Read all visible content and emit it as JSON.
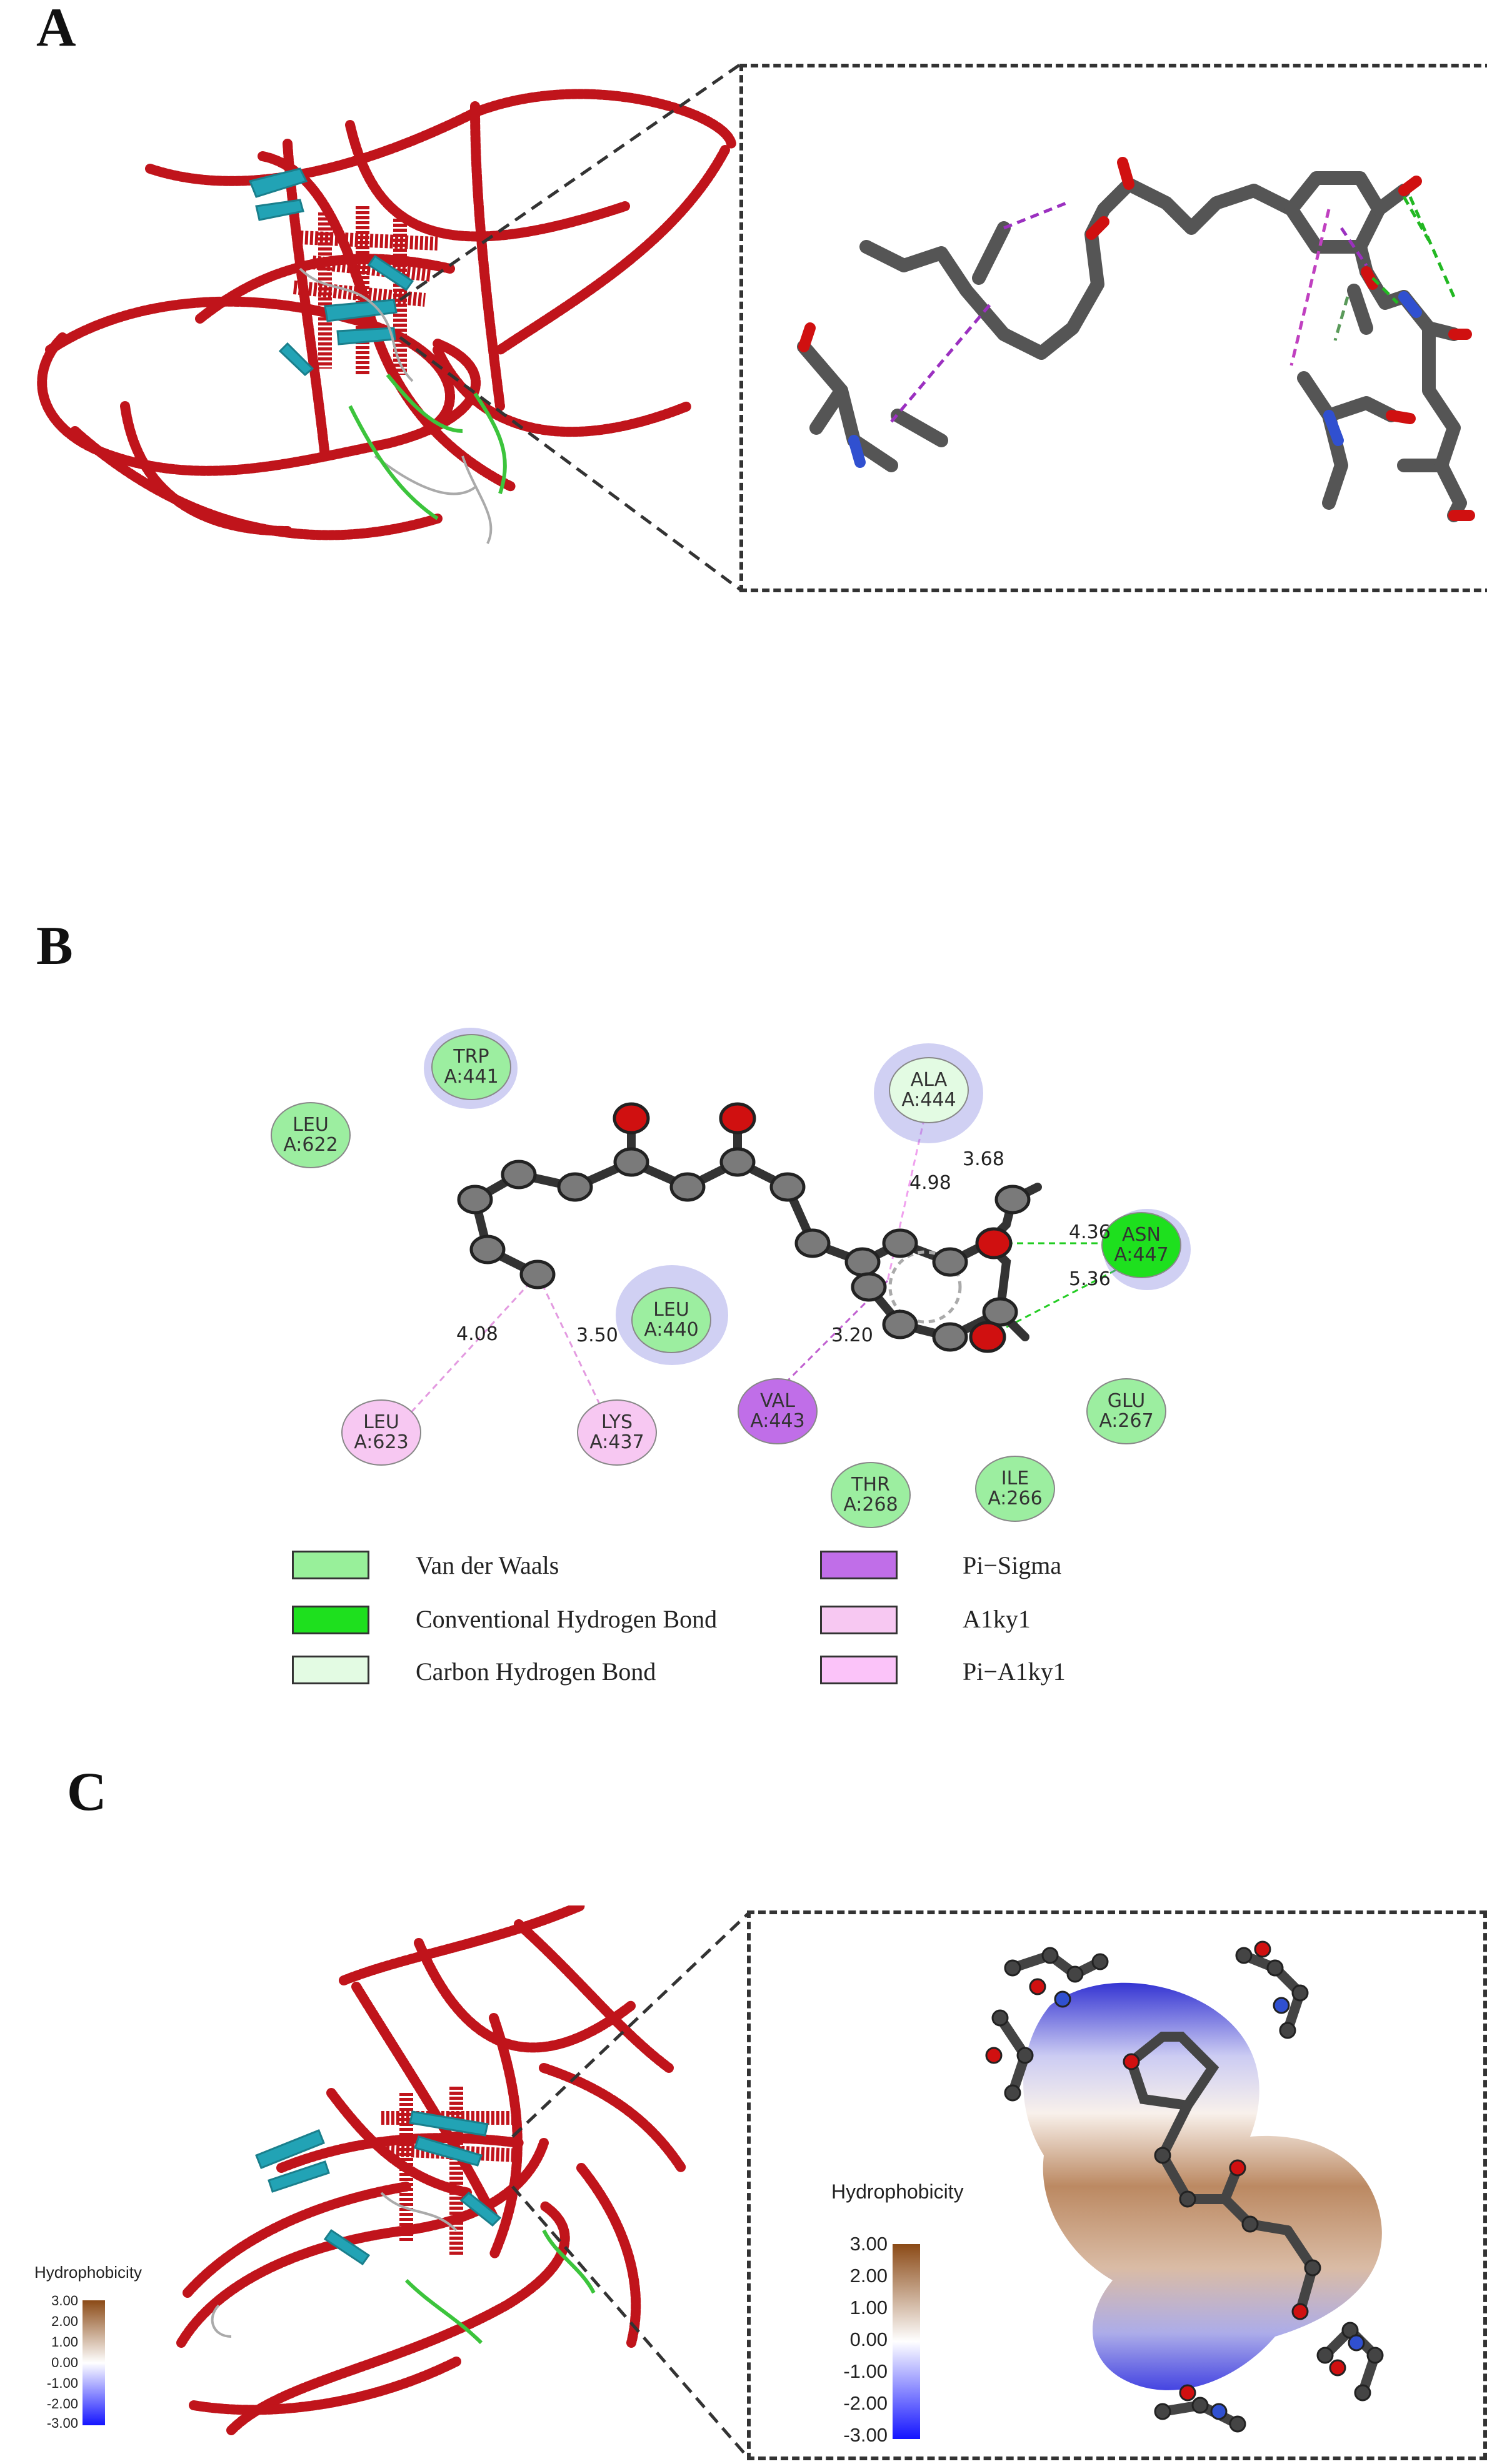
{
  "panels": {
    "a": {
      "label": "A"
    },
    "b": {
      "label": "B"
    },
    "c": {
      "label": "C"
    }
  },
  "residues": [
    {
      "name": "LEU",
      "id": "A:622",
      "type": "vdw"
    },
    {
      "name": "TRP",
      "id": "A:441",
      "type": "vdw"
    },
    {
      "name": "ALA",
      "id": "A:444",
      "type": "carbon_hbond"
    },
    {
      "name": "ASN",
      "id": "A:447",
      "type": "conventional_hbond"
    },
    {
      "name": "LEU",
      "id": "A:440",
      "type": "vdw"
    },
    {
      "name": "LEU",
      "id": "A:623",
      "type": "alkyl"
    },
    {
      "name": "LYS",
      "id": "A:437",
      "type": "alkyl"
    },
    {
      "name": "VAL",
      "id": "A:443",
      "type": "pi_sigma"
    },
    {
      "name": "GLU",
      "id": "A:267",
      "type": "vdw"
    },
    {
      "name": "THR",
      "id": "A:268",
      "type": "vdw"
    },
    {
      "name": "ILE",
      "id": "A:266",
      "type": "vdw"
    }
  ],
  "distances": [
    "3.68",
    "4.98",
    "4.36",
    "5.36",
    "4.08",
    "3.50",
    "3.20"
  ],
  "legend": [
    {
      "label": "Van der Waals",
      "color": "#98f09a"
    },
    {
      "label": "Conventional Hydrogen Bond",
      "color": "#1ee01e"
    },
    {
      "label": "Carbon Hydrogen Bond",
      "color": "#e3fbe3"
    },
    {
      "label": "Pi−Sigma",
      "color": "#c06ee8"
    },
    {
      "label": "A1ky1",
      "color": "#f7c8f2"
    },
    {
      "label": "Pi−A1ky1",
      "color": "#fbc3f9"
    }
  ],
  "hydrophobicity": {
    "title": "Hydrophobicity",
    "ticks": [
      "3.00",
      "2.00",
      "1.00",
      "0.00",
      "-1.00",
      "-2.00",
      "-3.00"
    ],
    "colors": {
      "positive": "#8b4a16",
      "neutral": "#ffffff",
      "negative": "#1414ff"
    }
  },
  "colors": {
    "helix": "#c0141b",
    "sheet": "#22a3b5",
    "loop": "#7fc97f",
    "ligand": "#555555",
    "oxygen": "#d01010",
    "nitrogen": "#3050d0"
  }
}
